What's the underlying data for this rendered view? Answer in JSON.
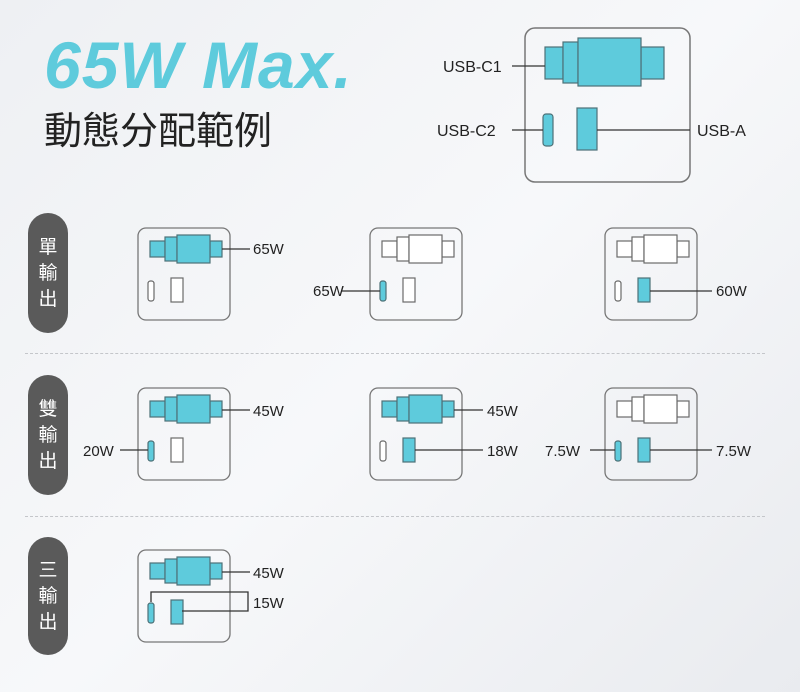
{
  "header": {
    "title": "65W Max.",
    "subtitle": "動態分配範例"
  },
  "legend": {
    "c1": "USB-C1",
    "c2": "USB-C2",
    "a": "USB-A"
  },
  "rows": [
    {
      "label": [
        "單",
        "輸",
        "出"
      ],
      "examples": [
        {
          "active": [
            "c1"
          ],
          "labels": {
            "c1": "65W"
          }
        },
        {
          "active": [
            "c2"
          ],
          "labels": {
            "c2": "65W"
          }
        },
        {
          "active": [
            "a"
          ],
          "labels": {
            "a": "60W"
          }
        }
      ]
    },
    {
      "label": [
        "雙",
        "輸",
        "出"
      ],
      "examples": [
        {
          "active": [
            "c1",
            "c2"
          ],
          "labels": {
            "c1": "45W",
            "c2": "20W"
          }
        },
        {
          "active": [
            "c1",
            "a"
          ],
          "labels": {
            "c1": "45W",
            "a": "18W"
          }
        },
        {
          "active": [
            "c2",
            "a"
          ],
          "labels": {
            "c2": "7.5W",
            "a": "7.5W"
          }
        }
      ]
    },
    {
      "label": [
        "三",
        "輸",
        "出"
      ],
      "examples": [
        {
          "active": [
            "c1",
            "c2",
            "a"
          ],
          "labels": {
            "c1": "45W",
            "c2a": "15W"
          }
        }
      ]
    }
  ],
  "colors": {
    "active": "#5ecbdc",
    "active_stroke": "#4d7177",
    "inactive_stroke": "#6a6a6a",
    "line": "#333333"
  }
}
